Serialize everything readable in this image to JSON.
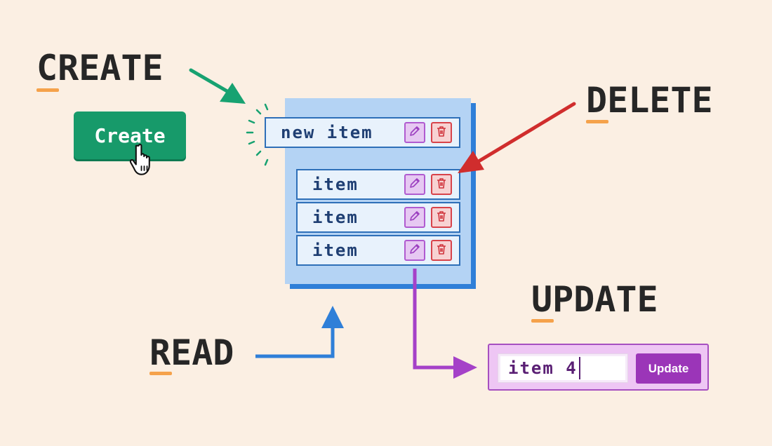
{
  "labels": {
    "create": "CREATE",
    "delete": "DELETE",
    "read": "READ",
    "update": "UPDATE"
  },
  "create_button": {
    "label": "Create"
  },
  "list": {
    "new_item": "new item",
    "items": [
      "item",
      "item",
      "item"
    ]
  },
  "update_form": {
    "input_value": "item 4",
    "button_label": "Update"
  },
  "icons": {
    "edit": "pencil-icon",
    "delete": "trash-icon",
    "cursor": "hand-pointer-icon"
  },
  "colors": {
    "background": "#fbefe3",
    "create_green": "#179a6a",
    "delete_red": "#d02d2d",
    "read_blue": "#2f7fd8",
    "update_purple": "#a541c8",
    "underline_orange": "#f5a24b"
  }
}
